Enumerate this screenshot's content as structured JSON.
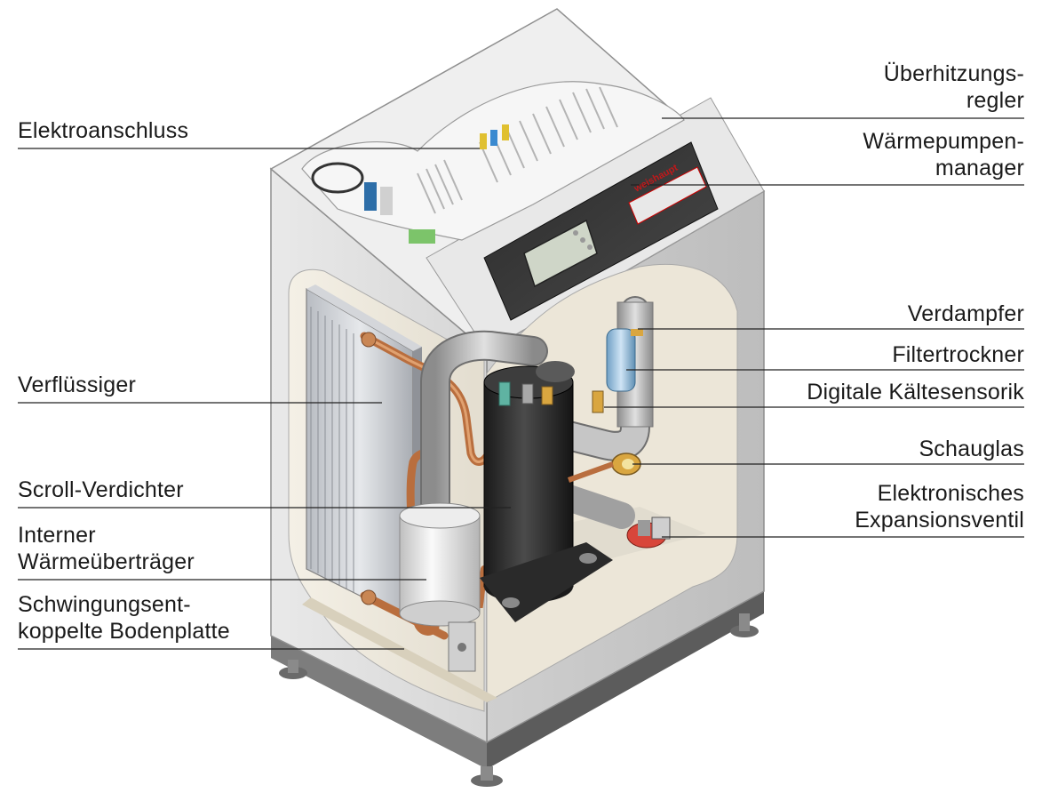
{
  "diagram": {
    "brand_badge": "weishaupt",
    "labels_left": [
      {
        "id": "elektroanschluss",
        "lines": [
          "Elektroanschluss"
        ]
      },
      {
        "id": "verfluessiger",
        "lines": [
          "Verflüssiger"
        ]
      },
      {
        "id": "scroll-verdichter",
        "lines": [
          "Scroll-Verdichter"
        ]
      },
      {
        "id": "interner-waermeuebertraeger",
        "lines": [
          "Interner",
          "Wärmeüberträger"
        ]
      },
      {
        "id": "bodenplatte",
        "lines": [
          "Schwingungsent-",
          "koppelte Bodenplatte"
        ]
      }
    ],
    "labels_right": [
      {
        "id": "ueberhitzungsregler",
        "lines": [
          "Überhitzungs-",
          "regler"
        ]
      },
      {
        "id": "waermepumpenmanager",
        "lines": [
          "Wärmepumpen-",
          "manager"
        ]
      },
      {
        "id": "verdampfer",
        "lines": [
          "Verdampfer"
        ]
      },
      {
        "id": "filtertrockner",
        "lines": [
          "Filtertrockner"
        ]
      },
      {
        "id": "kaeltesensorik",
        "lines": [
          "Digitale Kältesensorik"
        ]
      },
      {
        "id": "schauglas",
        "lines": [
          "Schauglas"
        ]
      },
      {
        "id": "expansionsventil",
        "lines": [
          "Elektronisches",
          "Expansionsventil"
        ]
      }
    ]
  }
}
